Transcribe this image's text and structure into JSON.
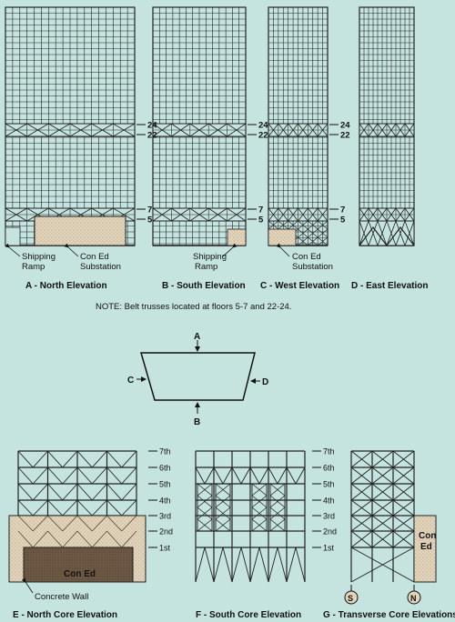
{
  "diagram": {
    "colors": {
      "background": "#c5e4e0",
      "line": "#222222",
      "stipple_fill": "#e3d5bc",
      "con_ed_dark": "#6e5a44"
    },
    "elevations": [
      {
        "key": "A",
        "caption": "A - North Elevation"
      },
      {
        "key": "B",
        "caption": "B - South Elevation"
      },
      {
        "key": "C",
        "caption": "C - West Elevation"
      },
      {
        "key": "D",
        "caption": "D - East Elevation"
      }
    ],
    "floor_marks": [
      "24",
      "22",
      "7",
      "5"
    ],
    "callouts": {
      "shipping_ramp_a": [
        "Shipping",
        "Ramp"
      ],
      "con_ed_substation_a": [
        "Con Ed",
        "Substation"
      ],
      "shipping_ramp_b": [
        "Shipping",
        "Ramp"
      ],
      "con_ed_substation_c": [
        "Con Ed",
        "Substation"
      ]
    },
    "note": "NOTE:  Belt trusses located at floors 5-7 and 22-24.",
    "plan_labels": {
      "north": "A",
      "south": "B",
      "west": "C",
      "east": "D"
    },
    "core_elevations": [
      {
        "key": "E",
        "caption": "E - North Core Elevation"
      },
      {
        "key": "F",
        "caption": "F - South Core Elevation"
      },
      {
        "key": "G",
        "caption": "G - Transverse Core Elevations"
      }
    ],
    "core_floors": [
      "7th",
      "6th",
      "5th",
      "4th",
      "3rd",
      "2nd",
      "1st"
    ],
    "core_labels": {
      "con_ed": "Con Ed",
      "con_ed_g": [
        "Con",
        "Ed"
      ],
      "concrete_wall": "Concrete Wall",
      "south_marker": "S",
      "north_marker": "N"
    }
  }
}
